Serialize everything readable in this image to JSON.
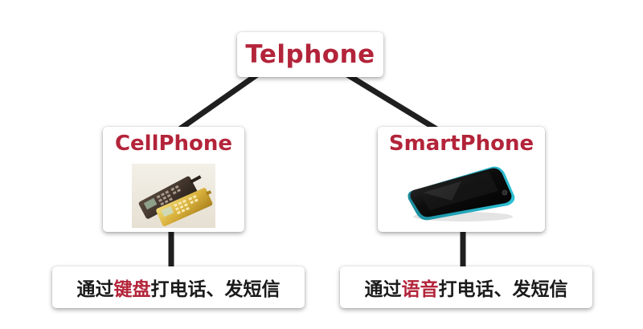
{
  "root": {
    "label": "Telphone"
  },
  "children": [
    {
      "label": "CellPhone",
      "image": "brick-cellphone-illustration",
      "leaf": {
        "prefix": "通过",
        "highlight": "键盘",
        "suffix": "打电话、发短信"
      }
    },
    {
      "label": "SmartPhone",
      "image": "smartphone-illustration",
      "leaf": {
        "prefix": "通过",
        "highlight": "语音",
        "suffix": "打电话、发短信"
      }
    }
  ],
  "colors": {
    "accent": "#b3243a",
    "connector": "#1f1f1f",
    "text": "#1a1a1a"
  }
}
